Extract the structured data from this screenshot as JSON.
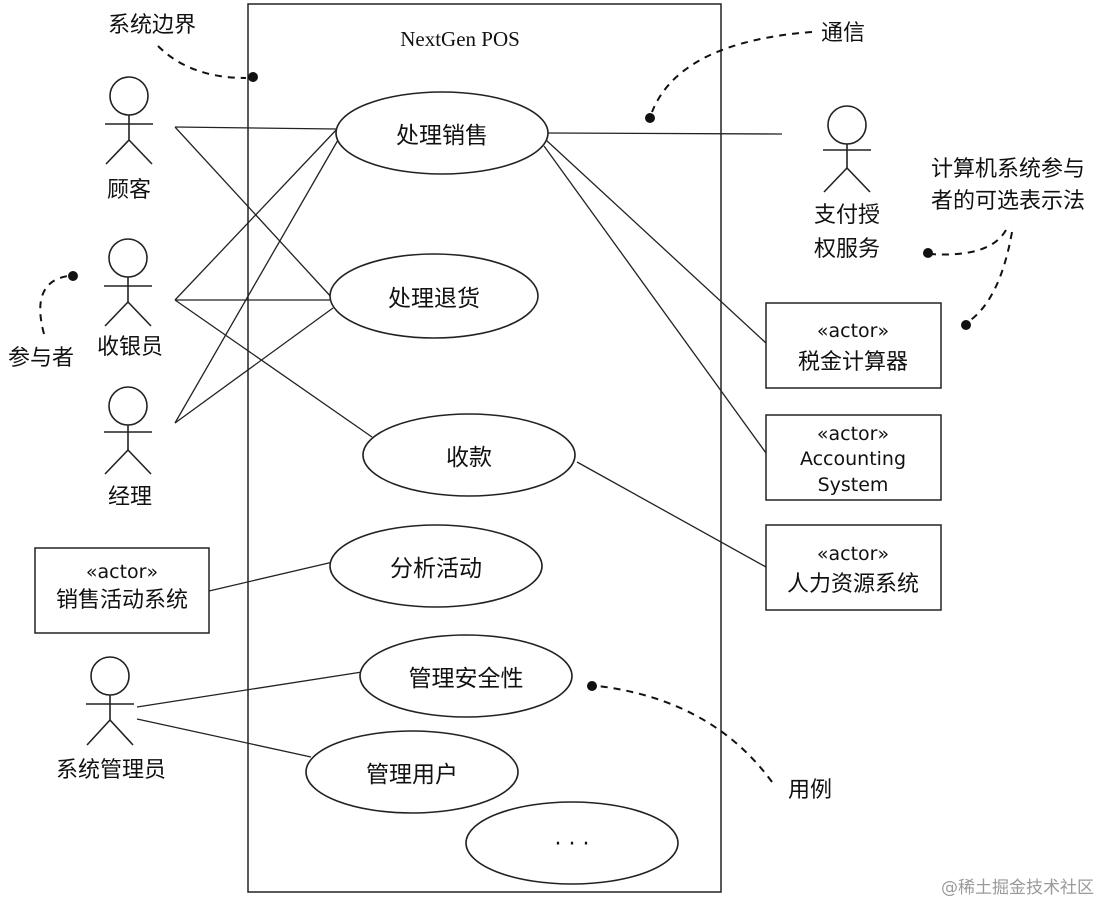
{
  "system": {
    "name": "NextGen POS"
  },
  "actors": {
    "customer": "顾客",
    "cashier": "收银员",
    "manager": "经理",
    "sysadmin": "系统管理员",
    "payment_line1": "支付授",
    "payment_line2": "权服务"
  },
  "actor_boxes": {
    "stereotype": "«actor»",
    "tax": "税金计算器",
    "accounting_line1": "Accounting",
    "accounting_line2": "System",
    "hr": "人力资源系统",
    "sales_activity": "销售活动系统"
  },
  "use_cases": {
    "process_sale": "处理销售",
    "handle_returns": "处理退货",
    "cash_in": "收款",
    "analyze_activity": "分析活动",
    "manage_security": "管理安全性",
    "manage_users": "管理用户",
    "more": "· · ·"
  },
  "annotations": {
    "system_boundary": "系统边界",
    "communication": "通信",
    "alt_notation_line1": "计算机系统参与",
    "alt_notation_line2": "者的可选表示法",
    "actor": "参与者",
    "use_case": "用例"
  },
  "watermark": "@稀土掘金技术社区"
}
